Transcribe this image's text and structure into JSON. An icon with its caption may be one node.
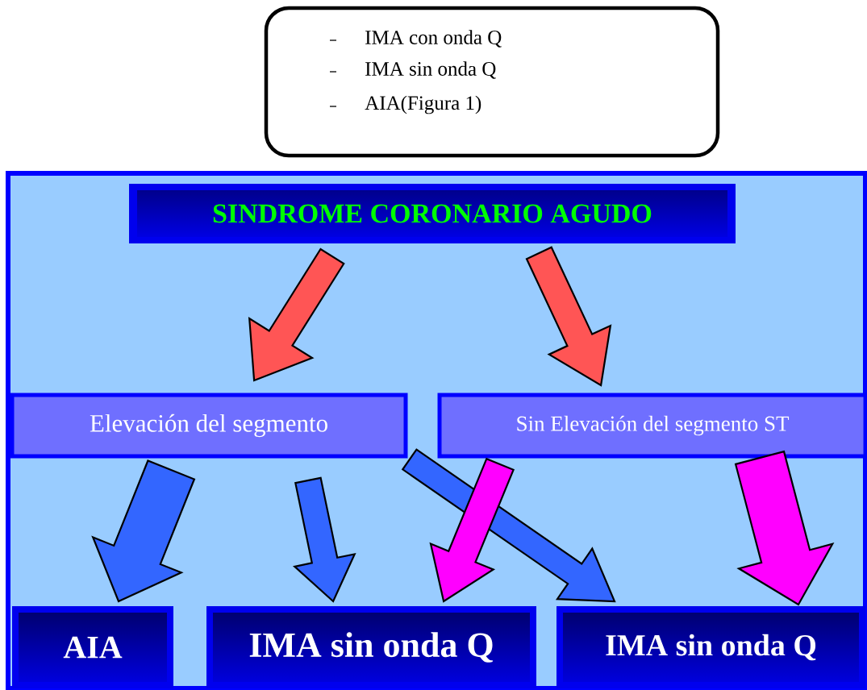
{
  "diagram": {
    "nodes": [
      {
        "text": [
          "IMA con onda Q",
          "IMA sin onda Q",
          "AIA(Figura 1)"
        ]
      },
      {
        "text": [],
        "shape": "box"
      },
      {
        "text": [
          "SINDROME CORONARIO AGUDO"
        ],
        "in": 1
      },
      {
        "text": [
          "Elevación del segmento"
        ],
        "in": 1
      },
      {
        "text": [
          "Sin Elevación del segmento ST"
        ],
        "in": 1
      },
      {
        "text": [
          "AIA"
        ],
        "in": 1
      },
      {
        "text": [
          "IMA sin onda Q"
        ],
        "in": 1
      },
      {
        "text": [
          "IMA sin onda Q"
        ],
        "in": 1
      }
    ],
    "edges": [
      {
        "from": 2,
        "to": 3,
        "arrow": "to",
        "color": "#ff5555"
      },
      {
        "from": 2,
        "to": 4,
        "arrow": "to",
        "color": "#ff5555"
      },
      {
        "from": 3,
        "to": 5,
        "arrow": "to"
      },
      {
        "from": 3,
        "to": 6,
        "arrow": "to"
      },
      {
        "from": 3,
        "to": 7,
        "arrow": "to"
      },
      {
        "from": 4,
        "to": 6,
        "arrow": "to",
        "color": "#ff00ff"
      },
      {
        "from": 4,
        "to": 7,
        "arrow": "to",
        "color": "#ff00ff"
      }
    ]
  }
}
